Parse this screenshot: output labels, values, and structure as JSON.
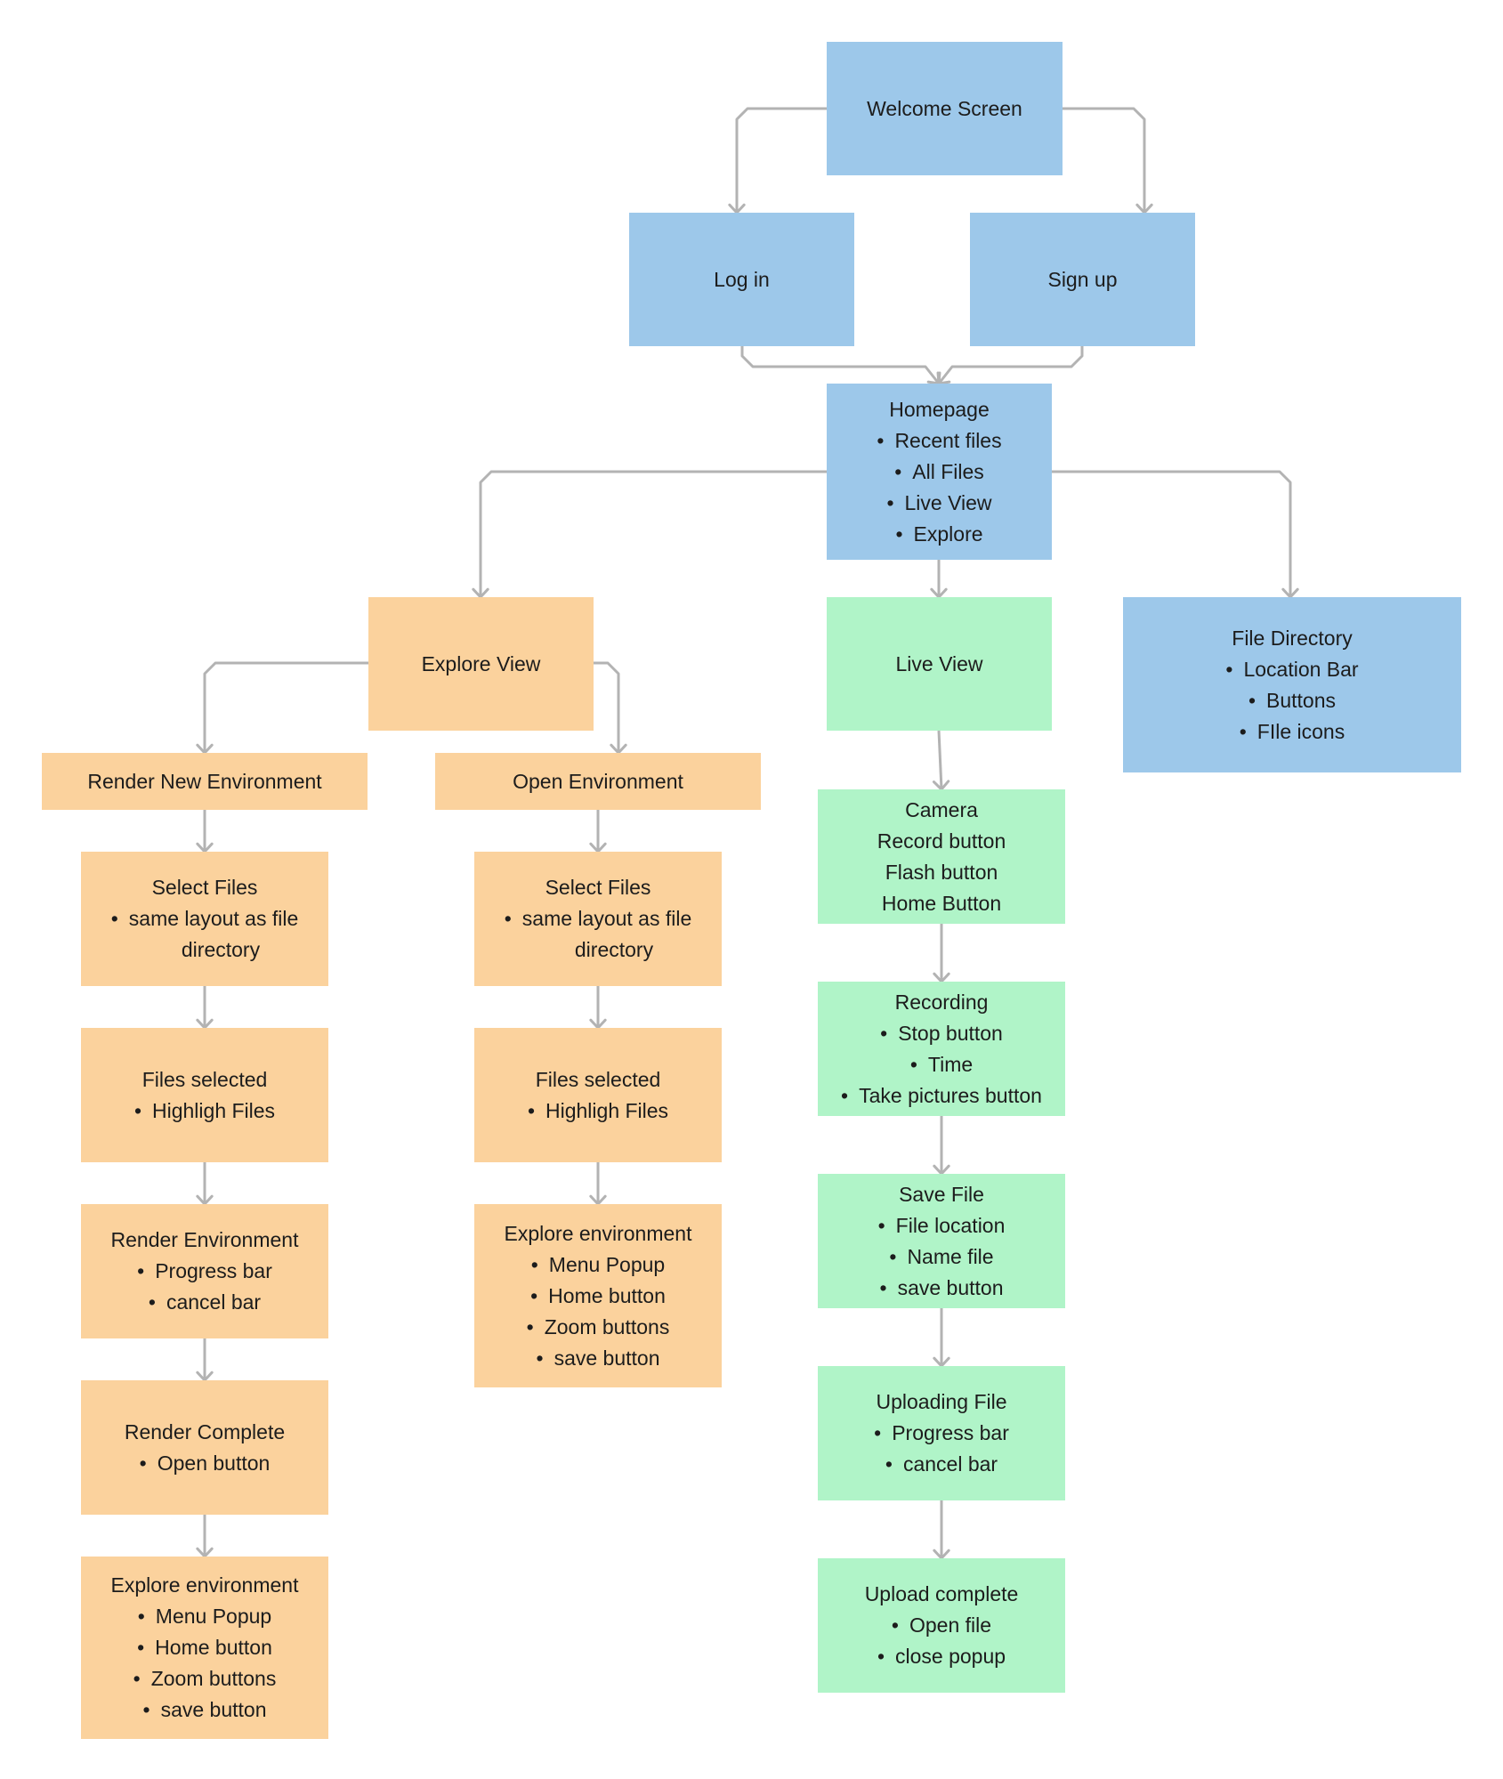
{
  "nodes": {
    "welcome": {
      "title": "Welcome Screen",
      "color": "#9dc8ea"
    },
    "login": {
      "title": "Log in",
      "color": "#9dc8ea"
    },
    "signup": {
      "title": "Sign up",
      "color": "#9dc8ea"
    },
    "homepage": {
      "title": "Homepage",
      "items": [
        "Recent files",
        "All Files",
        "Live View",
        "Explore"
      ],
      "color": "#9dc8ea"
    },
    "file_directory": {
      "title": "File Directory",
      "items": [
        "Location Bar",
        "Buttons",
        "FIle icons"
      ],
      "color": "#9dc8ea"
    },
    "explore_view": {
      "title": "Explore View",
      "color": "#fbd29d"
    },
    "render_new": {
      "title": "Render New Environment",
      "color": "#fbd29d"
    },
    "open_env": {
      "title": "Open Environment",
      "color": "#fbd29d"
    },
    "select_files_a": {
      "title": "Select Files",
      "items_line1": "same layout as file",
      "items_line2": "directory",
      "color": "#fbd29d"
    },
    "select_files_b": {
      "title": "Select Files",
      "items_line1": "same layout as file",
      "items_line2": "directory",
      "color": "#fbd29d"
    },
    "files_selected_a": {
      "title": "Files selected",
      "items": [
        "Highligh Files"
      ],
      "color": "#fbd29d"
    },
    "files_selected_b": {
      "title": "Files selected",
      "items": [
        "Highligh Files"
      ],
      "color": "#fbd29d"
    },
    "render_env": {
      "title": "Render Environment",
      "items": [
        "Progress bar",
        "cancel bar"
      ],
      "color": "#fbd29d"
    },
    "render_complete": {
      "title": "Render Complete",
      "items": [
        "Open button"
      ],
      "color": "#fbd29d"
    },
    "explore_env_a": {
      "title": "Explore environment",
      "items": [
        "Menu Popup",
        "Home button",
        "Zoom buttons",
        "save button"
      ],
      "color": "#fbd29d"
    },
    "explore_env_b": {
      "title": "Explore environment",
      "items": [
        "Menu Popup",
        "Home button",
        "Zoom buttons",
        "save button"
      ],
      "color": "#fbd29d"
    },
    "live_view": {
      "title": "Live View",
      "color": "#b0f4c8"
    },
    "camera": {
      "lines": [
        "Camera",
        "Record button",
        "Flash button",
        "Home Button"
      ],
      "color": "#b0f4c8"
    },
    "recording": {
      "title": "Recording",
      "items": [
        "Stop button",
        "Time",
        "Take pictures button"
      ],
      "color": "#b0f4c8"
    },
    "save_file": {
      "title": "Save File",
      "items": [
        "File location",
        "Name file",
        "save button"
      ],
      "color": "#b0f4c8"
    },
    "uploading": {
      "title": "Uploading File",
      "items": [
        "Progress bar",
        "cancel bar"
      ],
      "color": "#b0f4c8"
    },
    "upload_complete": {
      "title": "Upload complete",
      "items": [
        "Open file",
        "close popup"
      ],
      "color": "#b0f4c8"
    }
  },
  "edges": [
    [
      "welcome",
      "login"
    ],
    [
      "welcome",
      "signup"
    ],
    [
      "login",
      "homepage"
    ],
    [
      "signup",
      "homepage"
    ],
    [
      "homepage",
      "explore_view"
    ],
    [
      "homepage",
      "live_view"
    ],
    [
      "homepage",
      "file_directory"
    ],
    [
      "explore_view",
      "render_new"
    ],
    [
      "explore_view",
      "open_env"
    ],
    [
      "render_new",
      "select_files_a"
    ],
    [
      "select_files_a",
      "files_selected_a"
    ],
    [
      "files_selected_a",
      "render_env"
    ],
    [
      "render_env",
      "render_complete"
    ],
    [
      "render_complete",
      "explore_env_a"
    ],
    [
      "open_env",
      "select_files_b"
    ],
    [
      "select_files_b",
      "files_selected_b"
    ],
    [
      "files_selected_b",
      "explore_env_b"
    ],
    [
      "live_view",
      "camera"
    ],
    [
      "camera",
      "recording"
    ],
    [
      "recording",
      "save_file"
    ],
    [
      "save_file",
      "uploading"
    ],
    [
      "uploading",
      "upload_complete"
    ]
  ],
  "connector_color": "#b3b3b3"
}
